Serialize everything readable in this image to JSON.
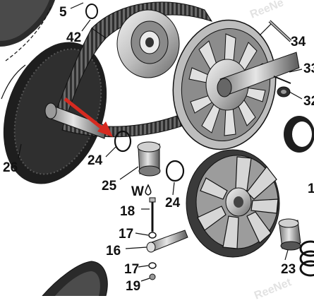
{
  "diagram": {
    "callouts": {
      "c5": "5",
      "c42": "42",
      "c34": "34",
      "c33": "33",
      "c32": "32",
      "c26": "26",
      "c24a": "24",
      "c25": "25",
      "cW": "W",
      "c24b": "24",
      "c1": "1",
      "c18": "18",
      "c17a": "17",
      "c16": "16",
      "c17b": "17",
      "c19": "19",
      "c23": "23"
    },
    "watermark": {
      "top": "ReeNe",
      "bottom": "ReeNet"
    },
    "colors": {
      "ink": "#111111",
      "metal_light": "#d8d8d8",
      "metal_mid": "#a8a8a8",
      "metal_dark": "#555555",
      "belt": "#3a3a3a",
      "arrow": "#d62a20"
    }
  }
}
